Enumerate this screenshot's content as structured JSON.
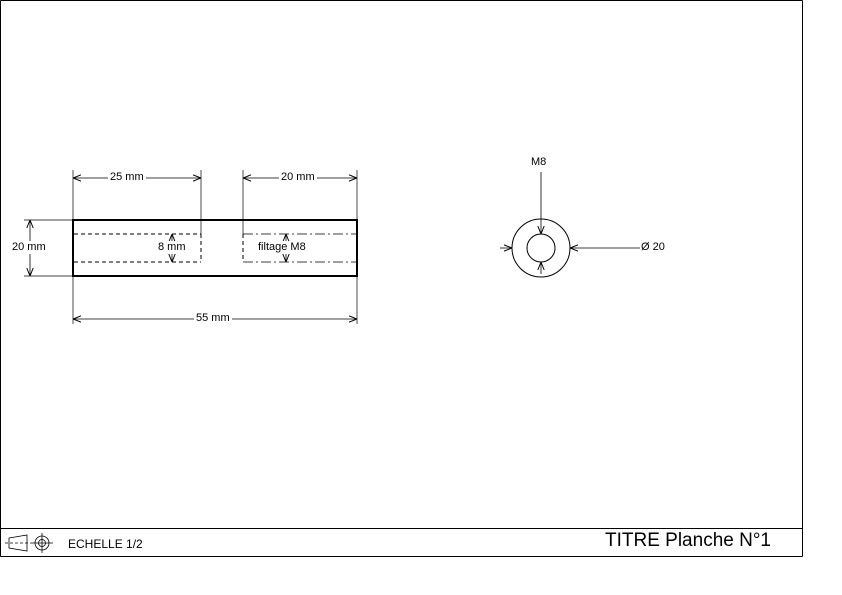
{
  "front_view": {
    "dim_top_left": "25 mm",
    "dim_top_right": "20 mm",
    "dim_height": "20 mm",
    "dim_bore": "8 mm",
    "thread_label": "filtage M8",
    "dim_length": "55 mm"
  },
  "side_view": {
    "thread_label": "M8",
    "diameter_label": "Ø 20"
  },
  "title_block": {
    "scale": "ECHELLE 1/2",
    "title": "TITRE Planche N°1"
  },
  "colors": {
    "line": "#000000",
    "background": "#ffffff"
  },
  "icons": [
    "projection-symbol-icon"
  ]
}
